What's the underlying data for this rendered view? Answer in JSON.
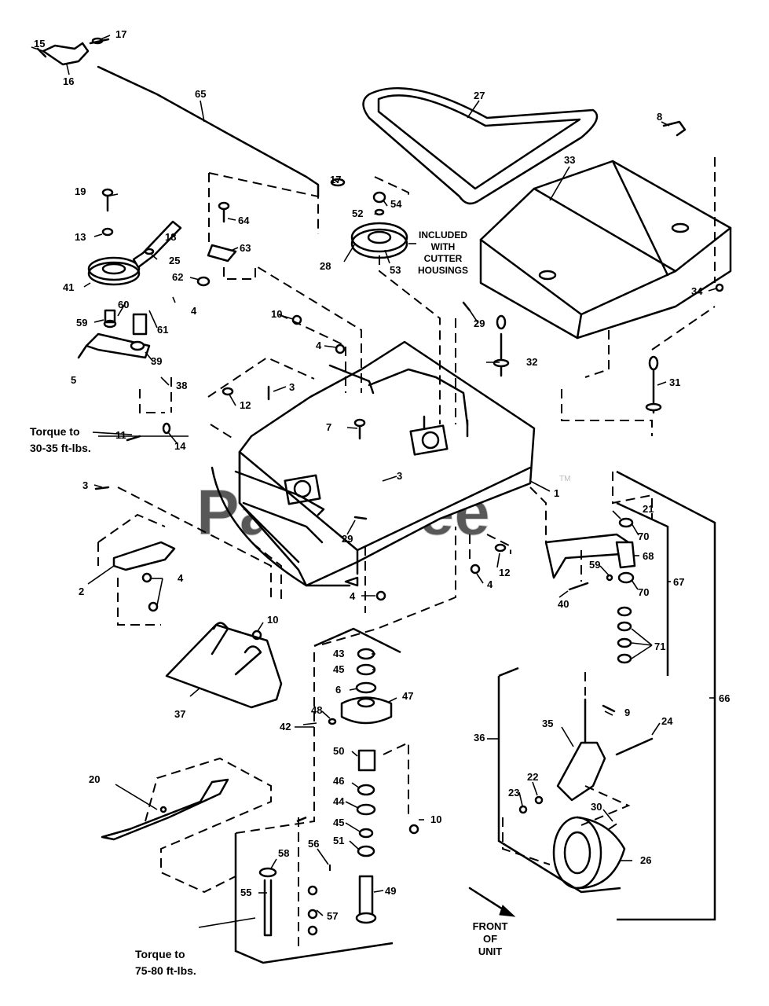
{
  "watermark": "PartsTree",
  "watermark_tm": "TM",
  "notes": {
    "torque_upper_line1": "Torque to",
    "torque_upper_line2": "30-35 ft-lbs.",
    "torque_lower_line1": "Torque to",
    "torque_lower_line2": "75-80 ft-lbs.",
    "included_line1": "INCLUDED",
    "included_line2": "WITH",
    "included_line3": "CUTTER",
    "included_line4": "HOUSINGS",
    "front_line1": "FRONT",
    "front_line2": "OF",
    "front_line3": "UNIT"
  },
  "callouts": {
    "c1": "1",
    "c2": "2",
    "c3a": "3",
    "c3b": "3",
    "c3c": "3",
    "c4a": "4",
    "c4b": "4",
    "c4c": "4",
    "c4d": "4",
    "c4e": "4",
    "c5": "5",
    "c6": "6",
    "c7": "7",
    "c8": "8",
    "c9": "9",
    "c10a": "10",
    "c10b": "10",
    "c10c": "10",
    "c11": "11",
    "c12a": "12",
    "c12b": "12",
    "c13": "13",
    "c14": "14",
    "c15": "15",
    "c16": "16",
    "c17a": "17",
    "c17b": "17",
    "c18": "18",
    "c19": "19",
    "c20": "20",
    "c21": "21",
    "c22": "22",
    "c23": "23",
    "c24": "24",
    "c25": "25",
    "c26": "26",
    "c27": "27",
    "c28": "28",
    "c29a": "29",
    "c29b": "29",
    "c30": "30",
    "c31": "31",
    "c32": "32",
    "c33": "33",
    "c34": "34",
    "c35": "35",
    "c36": "36",
    "c37": "37",
    "c38": "38",
    "c39": "39",
    "c40": "40",
    "c41": "41",
    "c42": "42",
    "c43": "43",
    "c44": "44",
    "c45a": "45",
    "c45b": "45",
    "c46": "46",
    "c47": "47",
    "c48": "48",
    "c49": "49",
    "c50": "50",
    "c51": "51",
    "c52": "52",
    "c53": "53",
    "c54": "54",
    "c55": "55",
    "c56": "56",
    "c57": "57",
    "c58": "58",
    "c59a": "59",
    "c59b": "59",
    "c60": "60",
    "c61": "61",
    "c62": "62",
    "c63": "63",
    "c64": "64",
    "c65": "65",
    "c66": "66",
    "c67": "67",
    "c68": "68",
    "c70a": "70",
    "c70b": "70",
    "c71": "71"
  }
}
